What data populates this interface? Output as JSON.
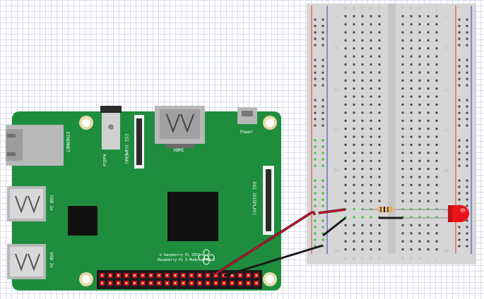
{
  "board": {
    "labels": {
      "ethernet": "ETHERNET",
      "usb1": "USB 2x",
      "usb2": "USB 2x",
      "audio": "Audio",
      "csi": "CSI (CAMERA)",
      "hdmi": "HDMI",
      "power": "Power",
      "dsi": "DSI (DISPLAY)",
      "model": "Raspberry Pi 3 Model B v1.2",
      "copyright": "© Raspberry Pi 2015"
    }
  },
  "breadboard": {
    "column_letters_left": [
      "A",
      "B",
      "C",
      "D",
      "E"
    ],
    "column_letters_right": [
      "F",
      "G",
      "H",
      "I",
      "J"
    ],
    "row_numbers": [
      "1",
      "5",
      "10",
      "15",
      "20",
      "25",
      "30"
    ]
  },
  "colors": {
    "pcb": "#1e8e3e",
    "breadboard": "#d6d6d6",
    "wire_red": "#c8102e",
    "wire_black": "#1a1a1a",
    "led": "#e8141c",
    "hole_active": "#3fbf3f"
  }
}
